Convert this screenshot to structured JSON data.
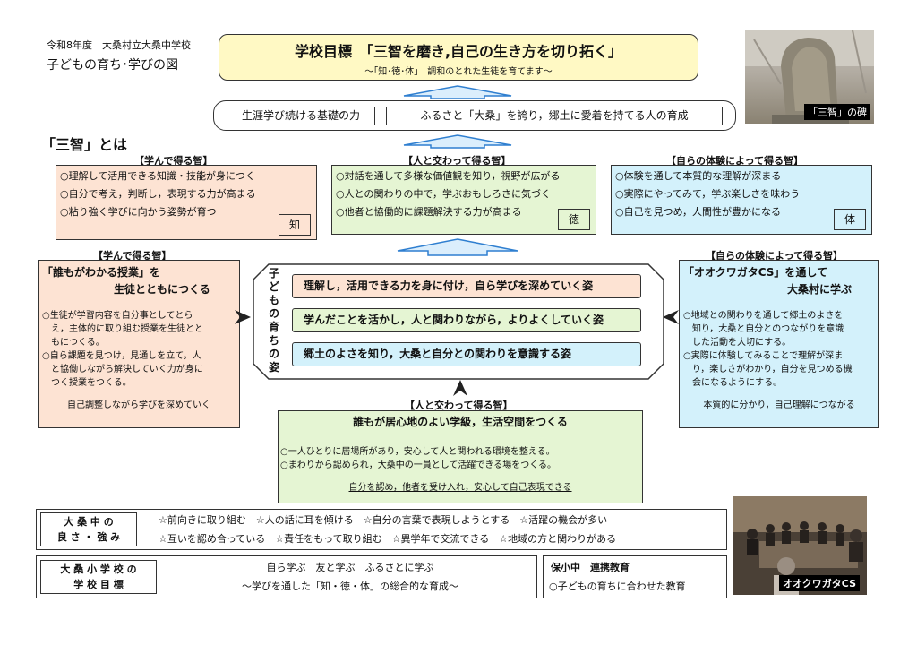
{
  "header": {
    "year_school": "令和8年度　大桑村立大桑中学校",
    "doc_title": "子どもの育ち･学びの図"
  },
  "goal": {
    "title": "学校目標　「三智を磨き,自己の生き方を切り拓く」",
    "subtitle": "～｢知･徳･体｣　調和のとれた生徒を育てます～"
  },
  "photo_top": {
    "caption": "「三智」の碑"
  },
  "photo_bottom": {
    "caption": "オオクワガタCS"
  },
  "foundation": {
    "left": "生涯学び続ける基礎の力",
    "right": "ふるさと「大桑」を誇り，郷土に愛着を持てる人の育成"
  },
  "sanchi_heading": "「三智」とは",
  "wisdom": [
    {
      "heading": "【学んで得る智】",
      "items": [
        "○理解して活用できる知識・技能が身につく",
        "○自分で考え，判断し，表現する力が高まる",
        "○粘り強く学びに向かう姿勢が育つ"
      ],
      "badge": "知",
      "color": "#fde3d3"
    },
    {
      "heading": "【人と交わって得る智】",
      "items": [
        "○対話を通して多様な価値観を知り，視野が広がる",
        "○人との関わりの中で，学ぶおもしろさに気づく",
        "○他者と協働的に課題解決する力が高まる"
      ],
      "badge": "徳",
      "color": "#e5f5d3"
    },
    {
      "heading": "【自らの体験によって得る智】",
      "items": [
        "○体験を通して本質的な理解が深まる",
        "○実際にやってみて，学ぶ楽しさを味わう",
        "○自己を見つめ，人間性が豊かになる"
      ],
      "badge": "体",
      "color": "#d3f1fb"
    }
  ],
  "left_panel": {
    "heading": "【学んで得る智】",
    "title1": "「誰もがわかる授業」を",
    "title2": "生徒とともにつくる",
    "lines": [
      "○生徒が学習内容を自分事としてとら",
      "　え，主体的に取り組む授業を生徒とと",
      "　もにつくる。",
      "○自ら課題を見つけ，見通しを立て，人",
      "　と協働しながら解決していく力が身に",
      "　つく授業をつくる。"
    ],
    "footer": "自己調整しながら学びを深めていく"
  },
  "right_panel": {
    "heading": "【自らの体験によって得る智】",
    "title1": "「オオクワガタCS」を通して",
    "title2": "大桑村に学ぶ",
    "lines": [
      "○地域との関わりを通して郷土のよさを",
      "　知り，大桑と自分とのつながりを意識",
      "　した活動を大切にする。",
      "○実際に体験してみることで理解が深ま",
      "　り，楽しさがわかり，自分を見つめる機",
      "　会になるようにする。"
    ],
    "footer": "本質的に分かり，自己理解につながる"
  },
  "center": {
    "vertical_label": "子どもの育ちの姿",
    "rows": [
      {
        "text": "理解し，活用できる力を身に付け，自ら学びを深めていく姿",
        "color": "#fde3d3"
      },
      {
        "text": "学んだことを活かし，人と関わりながら，よりよくしていく姿",
        "color": "#e5f5d3"
      },
      {
        "text": "郷土のよさを知り，大桑と自分との関わりを意識する姿",
        "color": "#d3f1fb"
      }
    ]
  },
  "bottom_panel": {
    "heading": "【人と交わって得る智】",
    "title": "誰もが居心地のよい学級，生活空間をつくる",
    "lines": [
      "○一人ひとりに居場所があり，安心して人と関われる環境を整える。",
      "○まわりから認められ，大桑中の一員として活躍できる場をつくる。"
    ],
    "footer": "自分を認め，他者を受け入れ，安心して自己表現できる"
  },
  "strengths": {
    "label1": "大 桑 中 の",
    "label2": "良 さ ・ 強 み",
    "row1": "☆前向きに取り組む　☆人の話に耳を傾ける　☆自分の言葉で表現しようとする　☆活躍の機会が多い",
    "row2": "☆互いを認め合っている　☆責任をもって取り組む　☆異学年で交流できる　☆地域の方と関わりがある"
  },
  "elementary": {
    "label1": "大 桑 小 学 校 の",
    "label2": "学 校 目 標",
    "line1": "自ら学ぶ　友と学ぶ　ふるさとに学ぶ",
    "line2": "～学びを通した「知・徳・体」の総合的な育成～"
  },
  "cooperation": {
    "title": "保小中　連携教育",
    "line": "○子どもの育ちに合わせた教育"
  },
  "colors": {
    "peach": "#fde3d3",
    "green": "#e5f5d3",
    "cyan": "#d3f1fb",
    "goal_yellow": "#fff9c4",
    "arrow_blue": "#2f7fd0"
  }
}
